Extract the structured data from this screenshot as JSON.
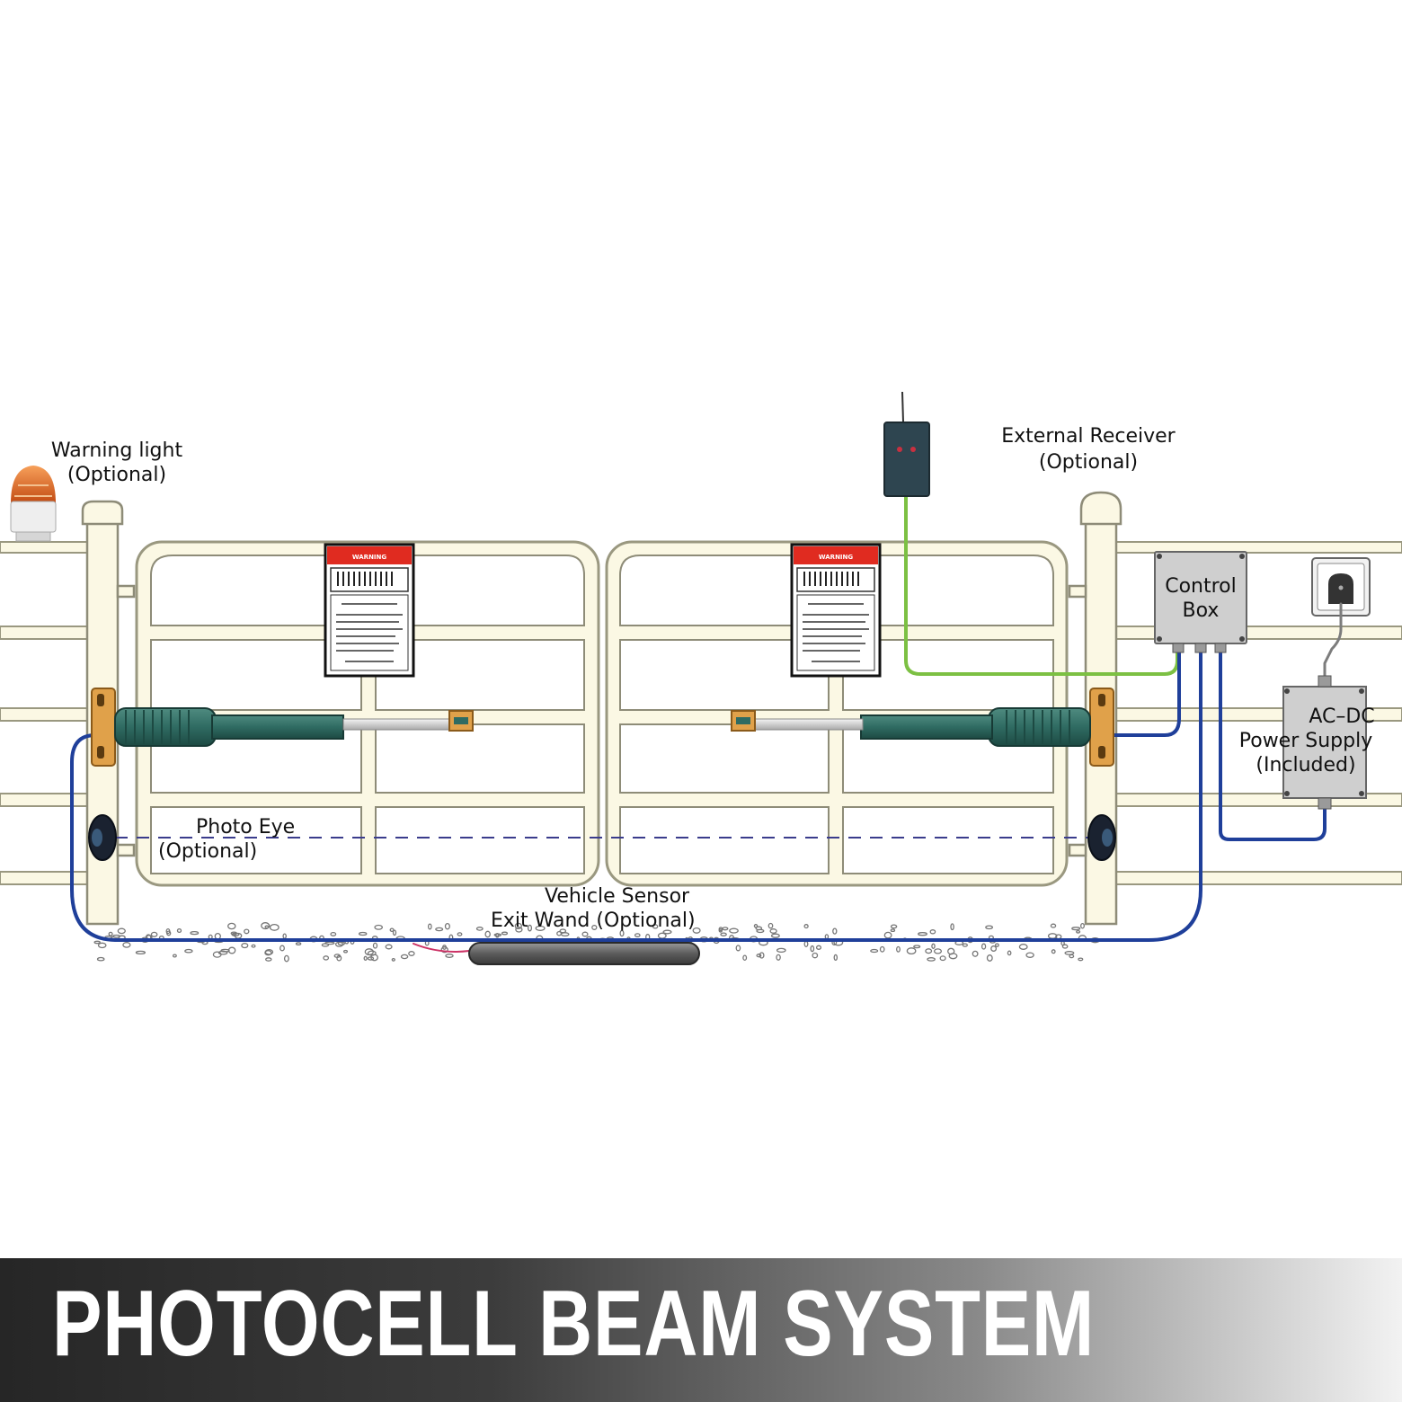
{
  "labels": {
    "warning_light": [
      "Warning light",
      "(Optional)"
    ],
    "external_receiver": [
      "External Receiver",
      "(Optional)"
    ],
    "control_box": [
      "Control",
      "Box"
    ],
    "power_supply": [
      "AC–DC",
      "Power Supply",
      "(Included)"
    ],
    "photo_eye": [
      "Photo Eye",
      "(Optional)"
    ],
    "vehicle_sensor": [
      "Vehicle Sensor",
      "Exit Wand (Optional)"
    ],
    "sign_header": "WARNING"
  },
  "banner": {
    "title": "PHOTOCELL BEAM SYSTEM"
  },
  "colors": {
    "fence": "#fbf8e4",
    "fence_stroke": "#9a9880",
    "actuator": "#2f6b62",
    "wire_blue": "#1f3f9a",
    "wire_green": "#7cc043",
    "beam": "#3a3c8c",
    "warning_red": "#e02b20",
    "box_gray": "#c9c9c9"
  }
}
